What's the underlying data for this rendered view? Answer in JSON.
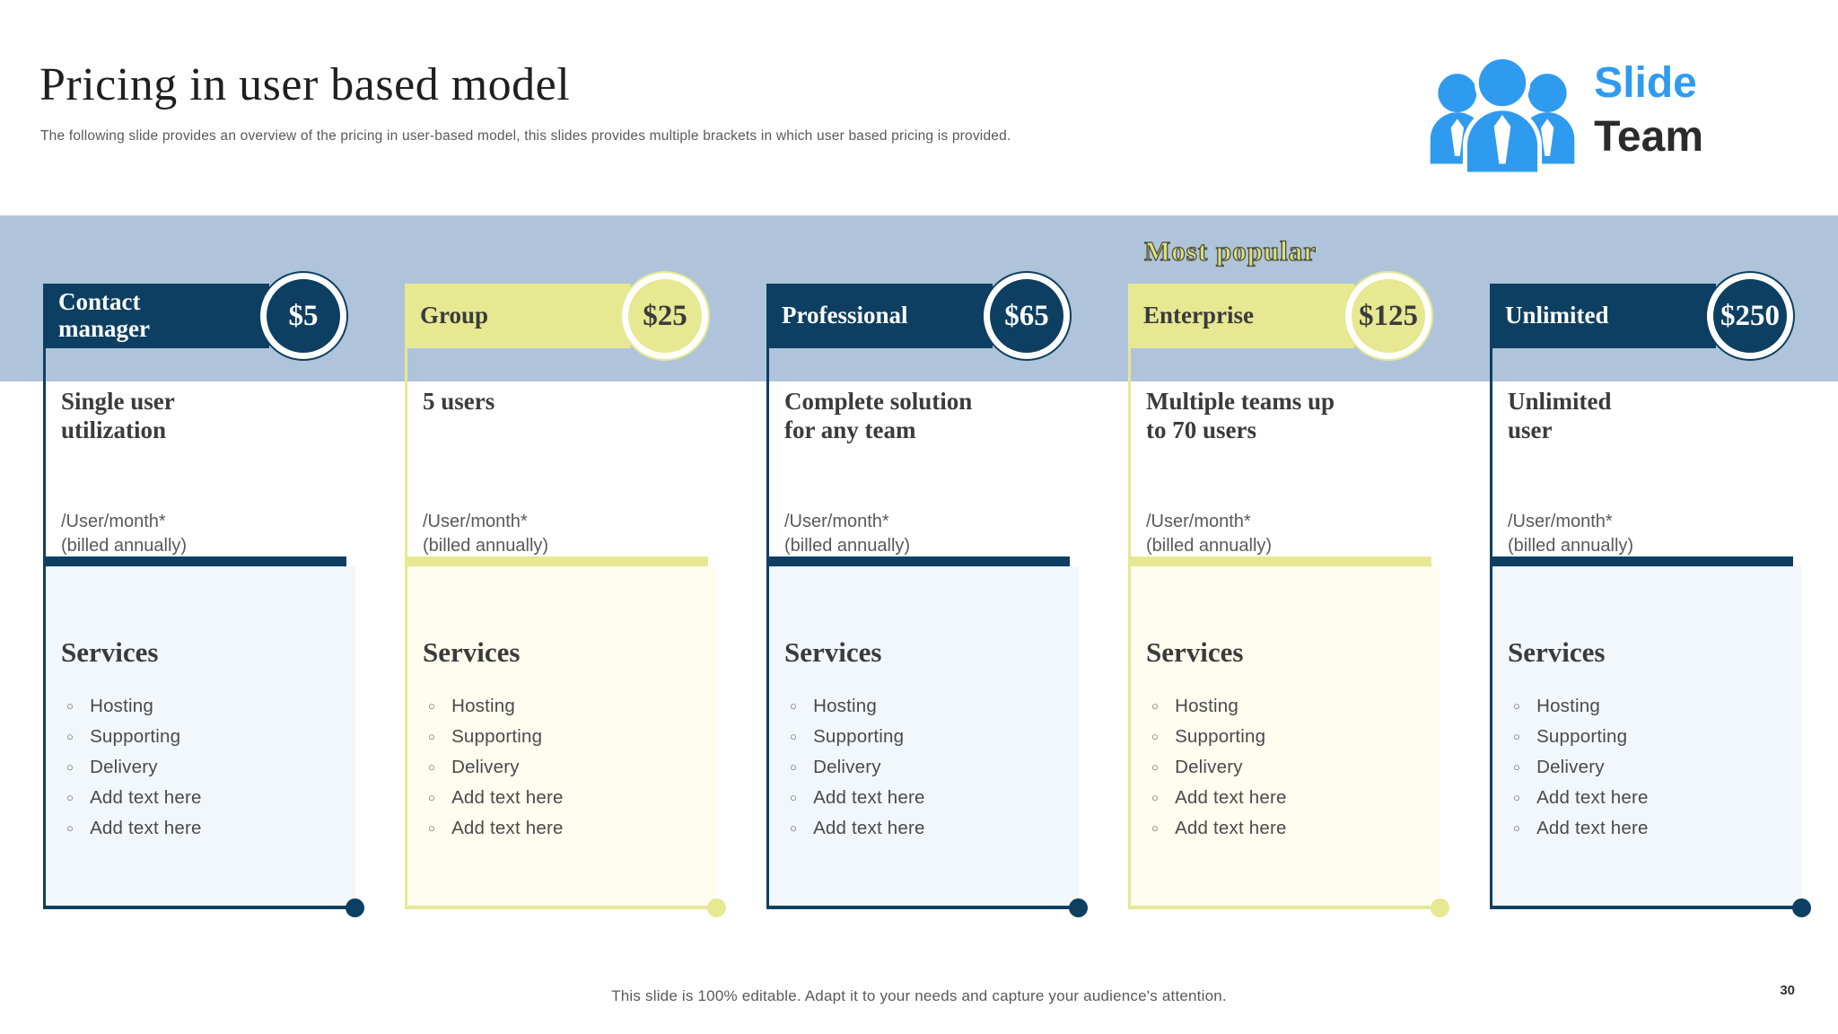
{
  "slide": {
    "title": "Pricing in user based model",
    "subtitle": "The following slide provides an overview of the pricing in user-based model, this slides provides multiple brackets in which user based pricing is provided.",
    "most_popular_label": "Most popular",
    "footer": "This slide is 100% editable. Adapt it to your needs and capture your audience's attention.",
    "page_number": "30"
  },
  "logo": {
    "line1": "Slide",
    "line2": "Team",
    "icon": "team-people-icon",
    "blue": "#2f9bef",
    "dark": "#2b2b2b"
  },
  "colors": {
    "navy": "#0d3f62",
    "yellow": "#e6e892",
    "band": "#afc4db",
    "navy_tint": "#f2f7fb",
    "yellow_tint": "#fefdf0",
    "most_popular_text": "#dce07e"
  },
  "plans": [
    {
      "name": "Contact manager",
      "price": "$5",
      "theme": "navy",
      "most_popular": false,
      "description": "Single user\nutilization",
      "billing_line1": "/User/month*",
      "billing_line2": "(billed annually)",
      "services_title": "Services",
      "bullet_icon": "circle-bullet",
      "services": [
        "Hosting",
        "Supporting",
        "Delivery",
        "Add text here",
        "Add text here"
      ]
    },
    {
      "name": "Group",
      "price": "$25",
      "theme": "yellow",
      "most_popular": false,
      "description": "5 users",
      "billing_line1": "/User/month*",
      "billing_line2": "(billed annually)",
      "services_title": "Services",
      "bullet_icon": "circle-bullet",
      "services": [
        "Hosting",
        "Supporting",
        "Delivery",
        "Add text here",
        "Add text here"
      ]
    },
    {
      "name": "Professional",
      "price": "$65",
      "theme": "navy",
      "most_popular": false,
      "description": "Complete solution\nfor any team",
      "billing_line1": "/User/month*",
      "billing_line2": "(billed annually)",
      "services_title": "Services",
      "bullet_icon": "circle-bullet",
      "services": [
        "Hosting",
        "Supporting",
        "Delivery",
        "Add text here",
        "Add text here"
      ]
    },
    {
      "name": "Enterprise",
      "price": "$125",
      "theme": "yellow",
      "most_popular": true,
      "description": "Multiple teams up\nto 70 users",
      "billing_line1": "/User/month*",
      "billing_line2": "(billed annually)",
      "services_title": "Services",
      "bullet_icon": "circle-bullet",
      "services": [
        "Hosting",
        "Supporting",
        "Delivery",
        "Add text here",
        "Add text here"
      ]
    },
    {
      "name": "Unlimited",
      "price": "$250",
      "theme": "navy",
      "most_popular": false,
      "description": "Unlimited\nuser",
      "billing_line1": "/User/month*",
      "billing_line2": "(billed annually)",
      "services_title": "Services",
      "bullet_icon": "circle-bullet",
      "services": [
        "Hosting",
        "Supporting",
        "Delivery",
        "Add text here",
        "Add text here"
      ]
    }
  ]
}
